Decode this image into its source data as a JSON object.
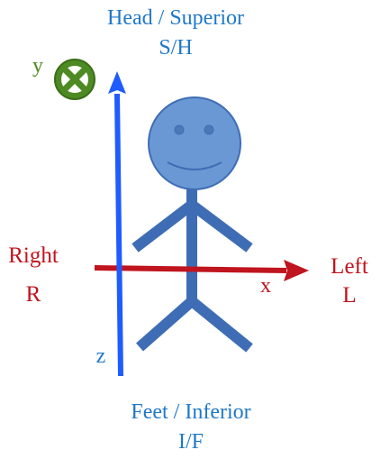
{
  "labels": {
    "superior_line1": "Head / Superior",
    "superior_line2": "S/H",
    "inferior_line1": "Feet / Inferior",
    "inferior_line2": "I/F",
    "right_line1": "Right",
    "right_line2": "R",
    "left_line1": "Left",
    "left_line2": "L",
    "axis_x": "x",
    "axis_y": "y",
    "axis_z": "z"
  },
  "icons": {
    "y_axis_symbol": "out-of-plane-axis-icon",
    "figure": "stick-figure-person"
  },
  "colors": {
    "superior_inferior_axis": "#1f5cff",
    "right_left_axis": "#c0141e",
    "y_axis": "#4e8a23",
    "figure": "#3e6db5",
    "figure_head": "#6a98d4",
    "text_blue": "#1f78c8",
    "text_red": "#c0141e",
    "text_green": "#4e8a23"
  }
}
